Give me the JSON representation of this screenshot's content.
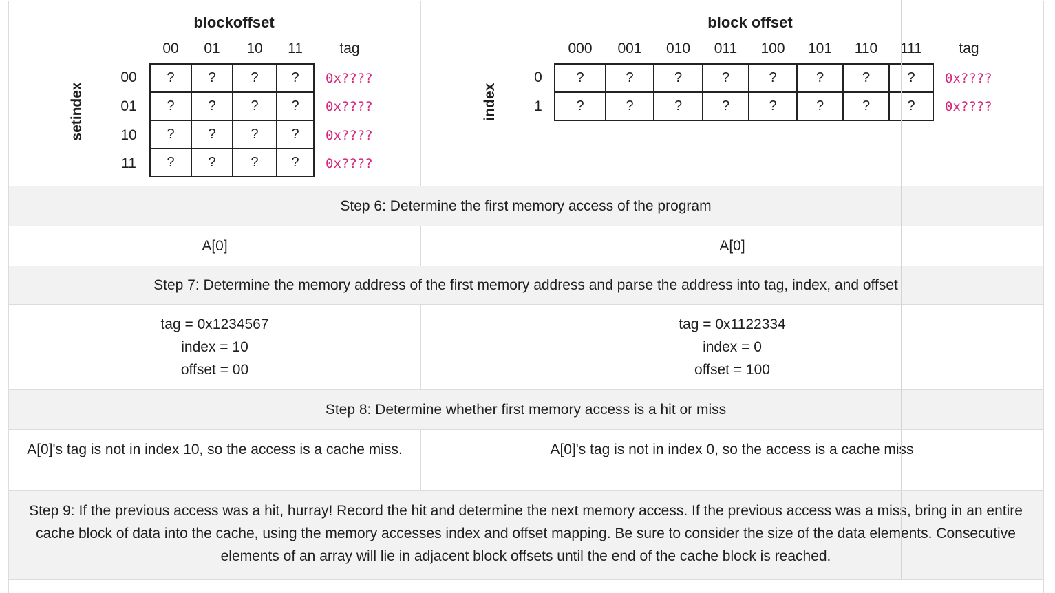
{
  "left_cache": {
    "title": "blockoffset",
    "offsets": [
      "00",
      "01",
      "10",
      "11"
    ],
    "tag_header": "tag",
    "axis_label": "setindex",
    "indices": [
      "00",
      "01",
      "10",
      "11"
    ],
    "cells": [
      [
        "?",
        "?",
        "?",
        "?"
      ],
      [
        "?",
        "?",
        "?",
        "?"
      ],
      [
        "?",
        "?",
        "?",
        "?"
      ],
      [
        "?",
        "?",
        "?",
        "?"
      ]
    ],
    "tags": [
      "0x????",
      "0x????",
      "0x????",
      "0x????"
    ]
  },
  "right_cache": {
    "title": "block offset",
    "offsets": [
      "000",
      "001",
      "010",
      "011",
      "100",
      "101",
      "110",
      "111"
    ],
    "tag_header": "tag",
    "axis_label": "index",
    "indices": [
      "0",
      "1"
    ],
    "cells": [
      [
        "?",
        "?",
        "?",
        "?",
        "?",
        "?",
        "?",
        "?"
      ],
      [
        "?",
        "?",
        "?",
        "?",
        "?",
        "?",
        "?",
        "?"
      ]
    ],
    "tags": [
      "0x????",
      "0x????"
    ]
  },
  "step6": {
    "text": "Step 6: Determine the first memory access of the program",
    "left": "A[0]",
    "right": "A[0]"
  },
  "step7": {
    "text": "Step 7: Determine the memory address of the first memory address and parse the address into tag, index, and offset",
    "left": [
      "tag = 0x1234567",
      "index = 10",
      "offset = 00"
    ],
    "right": [
      "tag = 0x1122334",
      "index = 0",
      "offset = 100"
    ]
  },
  "step8": {
    "text": "Step 8: Determine whether first memory access is a hit or miss",
    "left": "A[0]'s tag is not in index 10, so the access is a cache miss.",
    "right": "A[0]'s tag is not in index 0, so the access is a cache miss"
  },
  "step9": {
    "text": "Step 9: If the previous access was a hit, hurray! Record the hit and determine the next memory access. If the previous access was a miss, bring in an entire cache block of data into the cache, using the memory accesses index and offset mapping. Be sure to consider the size of the data elements. Consecutive elements of an array will lie in adjacent block offsets until the end of the cache block is reached."
  },
  "colors": {
    "grey_row": "#f2f2f2",
    "tag_pink": "#d6287a",
    "border": "#dcdcdc"
  }
}
